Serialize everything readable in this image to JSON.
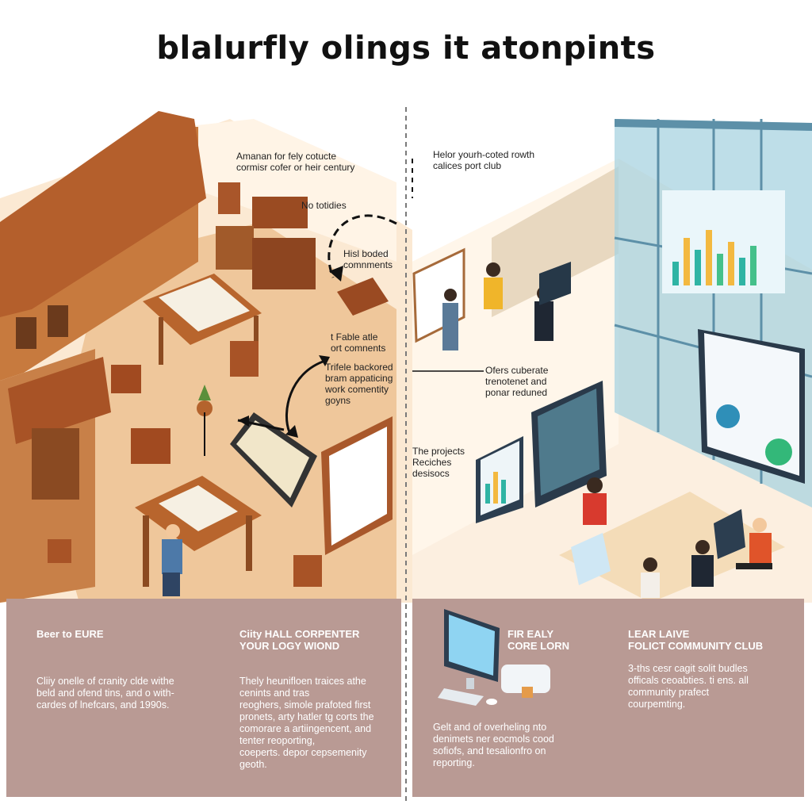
{
  "title": "blalurfly olings it atonpints",
  "left_labels": {
    "top_note": "Amanan for fely cotucte\ncormisr cofer or heir century",
    "no_toties": "No totidies",
    "hist_boded": "Hisl boded\ncomnments",
    "fable": "t Fable atle\nort comnents",
    "trifele": "Trifele backored\nbram appaticing\nwork comentity\ngoyns"
  },
  "right_labels": {
    "top_note": "Helor yourh-coted rowth\ncalices port club",
    "ofers": "Ofers cuberate\ntrenotenet and\nponar reduned",
    "projects": "The projects\nReciches\ndesisocs"
  },
  "panels": {
    "left_col1_title": "Beer to EURE",
    "left_col1_body": "Cliiy onelle of cranity clde withe\nbeld and ofend tins, and o with-\ncardes of lnefcars, and 1990s.",
    "left_col2_title": "Ciity HALL CORPENTER\nYOUR LOGY WIOND",
    "left_col2_body": "Thely heunifloen traices athe\ncenints      and tras\nreoghers, simole prafoted first\npronets, arty hatler tg corts the\ncomorare a artiingencent, and\ntenter reoporting,\ncoeperts. depor cepsemenity\n            geoth.",
    "right_col1_title": "FIR EALY\nCORE  LORN",
    "right_col1_body": "Gelt and of overheling nto\ndenimets ner eocmols cood\nsofiofs, and tesalionfro on\nreporting.",
    "right_col2_title": "LEAR LAIVE\nFOLICT COMMUNITY CLUB",
    "right_col2_body": "3-ths cesr cagit solit budles\nofficals ceoabties. ti ens. all\ncommunity prafect\ncourpemting."
  }
}
